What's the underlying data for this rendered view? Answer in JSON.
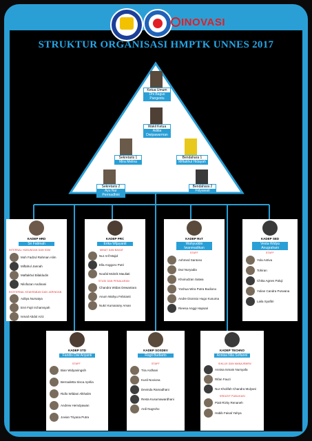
{
  "title": "STRUKTUR ORGANISASI HMPTK UNNES 2017",
  "logos": {
    "unnes": "UNNES",
    "hmptk": "HMPTK",
    "inovasi": "INOVASI"
  },
  "colors": {
    "accent": "#2a9fd6",
    "title": "#27a7e8",
    "red": "#e21d24",
    "bg": "#000000"
  },
  "pyramid": {
    "ketua": {
      "role": "Ketua Umum",
      "name": "Dhi Bagus Pangestu"
    },
    "wakil": {
      "role": "Wakil Ketua",
      "name": "Aditia Dwipawarman"
    },
    "sekretaris1": {
      "role": "Sekretaris 1",
      "name": "Mira Melina"
    },
    "bendahara1": {
      "role": "Bendahara 1",
      "name": "Miftakhul Hidayah"
    },
    "sekretaris2": {
      "role": "Sekretaris 2",
      "name": "Ayu Nur Permadhini"
    },
    "bendahara2": {
      "role": "Bendahara 2",
      "name": "Fidyawati"
    }
  },
  "divisions": [
    {
      "head": "KADEP HRD",
      "name": "Sri Fatimah",
      "subs": [
        {
          "label": "INTERNAL HUBUNGAN DAN SDM",
          "members": [
            "Moh Fadzul Rahman Alim",
            "Miftahul Jannah",
            "Maftakhul Bilaldudin",
            "Nilofazan Andinani"
          ]
        },
        {
          "label": "EKSTERNAL KEAKRABAN DAN JARINGAN",
          "members": [
            "Aditya Nursatya",
            "Enri Fajri Irchamsyah",
            "Ismail Abdul Aziz"
          ]
        }
      ]
    },
    {
      "head": "KADEP PRC",
      "name": "Erika Wijayanti",
      "subs": [
        {
          "label": "MINAT DAN BAKAT",
          "members": [
            "Nur Arif Majid",
            "Ella Anggoro Putri",
            "Noufal Mobrik Mauliati"
          ]
        },
        {
          "label": "STUDI DAN PENALARAN",
          "members": [
            "Chandra Widas Dewantara",
            "Anum Wahyu Febrianti",
            "Nukri Kumarainy Aman"
          ]
        }
      ]
    },
    {
      "head": "KADEP RnT",
      "name": "Wahyuddin Iwanmadikan",
      "subs": [
        {
          "label": "STAFF",
          "members": [
            "Ashmed Santoso",
            "Dwi Nuryadia",
            "Khoirudzan Satwa",
            "Yoshua Wira Putra Budiono",
            "Andre Dionisio Hugo Kusuma",
            "Rieesa Anggi Hapsari"
          ]
        }
      ]
    },
    {
      "head": "KADEP SED",
      "name": "Vesta Widya Anugrahani",
      "subs": [
        {
          "label": "STAFF",
          "members": [
            "Yola Antiva",
            "Tohiran",
            "Chika Agnes Paluji",
            "Yulian Candra Purwana",
            "Laila Syafitri"
          ]
        }
      ]
    },
    {
      "head": "KADEP STD",
      "name": "Fandis Dwi Ariyanti",
      "subs": [
        {
          "label": "STAFF",
          "members": [
            "Bian Widyaningsih",
            "Bernadetta Sisca Aprilia",
            "Ridlo Wildani Alkhalim",
            "Andrew Hemdyawan",
            "Jovian Triyana Putra"
          ]
        }
      ]
    },
    {
      "head": "KADEP SOSDEV",
      "name": "Ragil Budiarto",
      "subs": [
        {
          "label": "STAFF",
          "members": [
            "Tira Ardhani",
            "Kusli Noviona",
            "Devinda Ramadhani",
            "Resta Kusumawardhani",
            "Ardi Nugroho"
          ]
        }
      ]
    },
    {
      "head": "KADEP TECHNO",
      "name": "Annisa Nila Sofianni",
      "subs": [
        {
          "label": "SIKLUS DAN MANAJEMEN",
          "members": [
            "Annisa Ismain Nursyafa",
            "Rifan Fauzi",
            "Nur Kholifah Chandra Mulyani"
          ]
        },
        {
          "label": "KREATIF PUBLIKASI",
          "members": [
            "Piatt Rizky Renaneh",
            "Habib Faisal Yahya"
          ]
        }
      ]
    }
  ]
}
